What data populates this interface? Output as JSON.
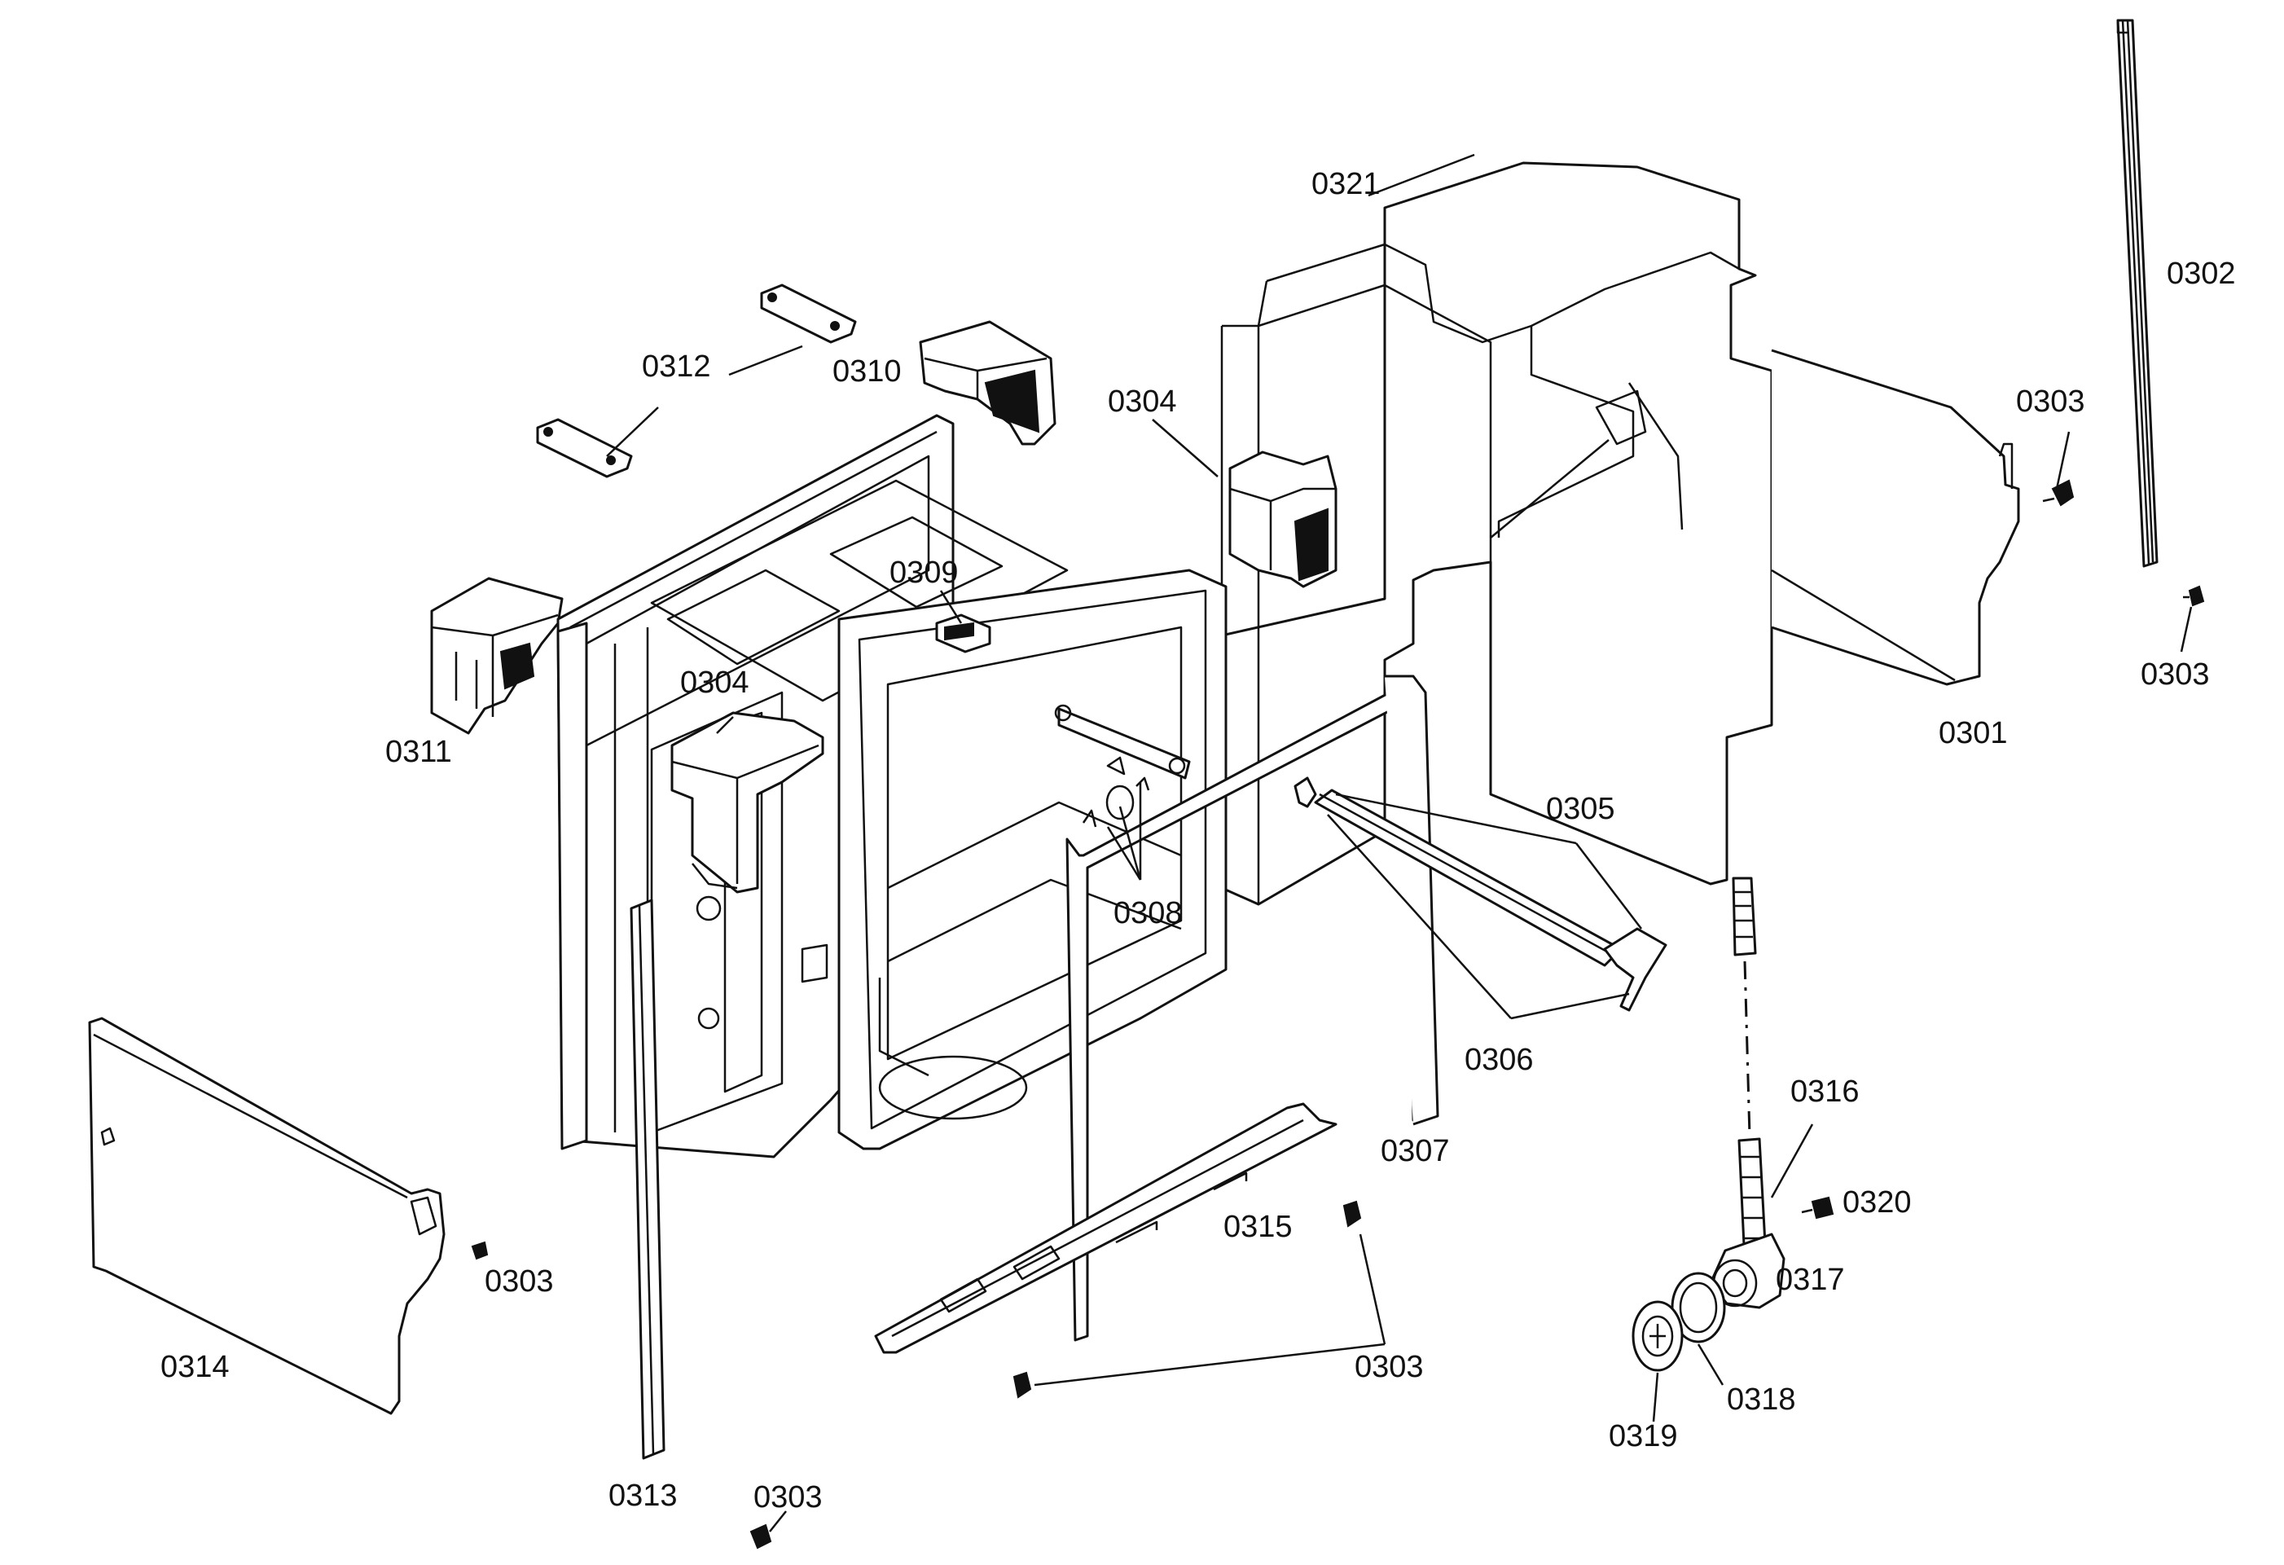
{
  "diagram": {
    "callouts": [
      {
        "id": "c0321",
        "text": "0321"
      },
      {
        "id": "c0302",
        "text": "0302"
      },
      {
        "id": "c0312",
        "text": "0312"
      },
      {
        "id": "c0310",
        "text": "0310"
      },
      {
        "id": "c0304a",
        "text": "0304"
      },
      {
        "id": "c0303a",
        "text": "0303"
      },
      {
        "id": "c0309",
        "text": "0309"
      },
      {
        "id": "c0304b",
        "text": "0304"
      },
      {
        "id": "c0303b",
        "text": "0303"
      },
      {
        "id": "c0311",
        "text": "0311"
      },
      {
        "id": "c0301",
        "text": "0301"
      },
      {
        "id": "c0305",
        "text": "0305"
      },
      {
        "id": "c0308",
        "text": "0308"
      },
      {
        "id": "c0306",
        "text": "0306"
      },
      {
        "id": "c0316",
        "text": "0316"
      },
      {
        "id": "c0307",
        "text": "0307"
      },
      {
        "id": "c0320",
        "text": "0320"
      },
      {
        "id": "c0315",
        "text": "0315"
      },
      {
        "id": "c0303c",
        "text": "0303"
      },
      {
        "id": "c0317",
        "text": "0317"
      },
      {
        "id": "c0314",
        "text": "0314"
      },
      {
        "id": "c0303d",
        "text": "0303"
      },
      {
        "id": "c0318",
        "text": "0318"
      },
      {
        "id": "c0319",
        "text": "0319"
      },
      {
        "id": "c0313",
        "text": "0313"
      },
      {
        "id": "c0303e",
        "text": "0303"
      }
    ]
  },
  "colors": {
    "line": "#111111",
    "background": "#ffffff"
  }
}
